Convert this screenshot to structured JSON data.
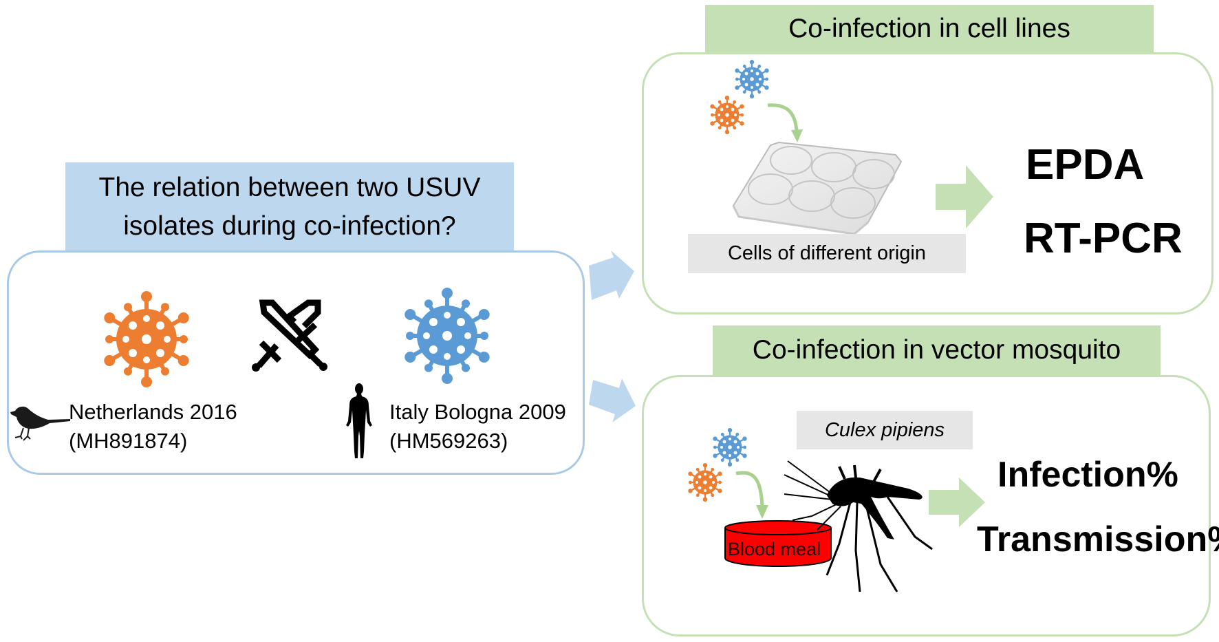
{
  "left_panel": {
    "question_line1": "The relation between two USUV",
    "question_line2": "isolates during co-infection?",
    "strain_a": {
      "name": "Netherlands 2016",
      "accession": "(MH891874)",
      "host_icon": "bird-icon",
      "virus_color": "#ed7d31"
    },
    "strain_b": {
      "name": "Italy Bologna 2009",
      "accession": "(HM569263)",
      "host_icon": "human-icon",
      "virus_color": "#5b9bd5"
    },
    "versus_icon": "crossed-swords-icon"
  },
  "cell_lines_panel": {
    "title": "Co-infection in cell lines",
    "substrate_label": "Cells of different origin",
    "substrate_icon": "six-well-plate-icon",
    "results": [
      "EPDA",
      "RT-PCR"
    ]
  },
  "mosquito_panel": {
    "title": "Co-infection in vector mosquito",
    "species_label": "Culex pipiens",
    "blood_meal_label": "Blood meal",
    "vector_icon": "mosquito-icon",
    "results": [
      "Infection%",
      "Transmission%"
    ]
  },
  "colors": {
    "blue_panel": "#bdd7ee",
    "green_panel": "#c5e0b4",
    "gray_label": "#e7e6e6",
    "orange_virus": "#ed7d31",
    "blue_virus": "#5b9bd5",
    "blood_red": "#ff0000"
  }
}
